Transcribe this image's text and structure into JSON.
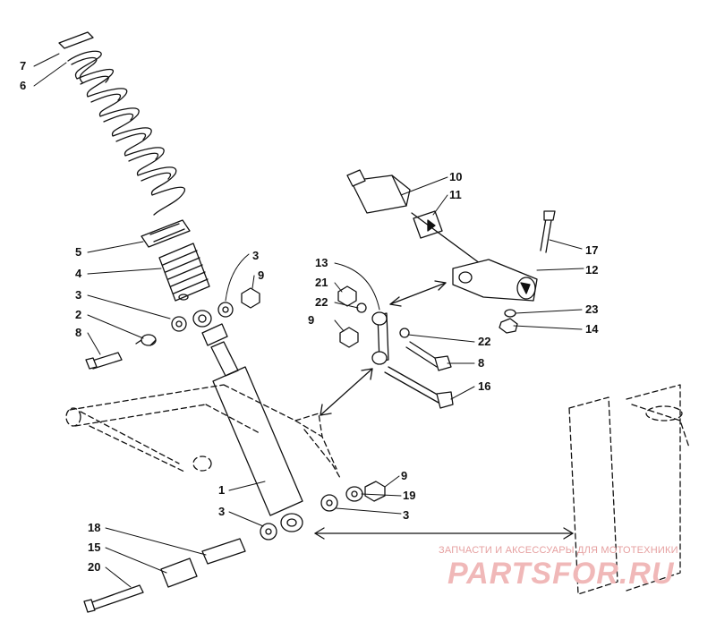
{
  "callouts": {
    "c1": "1",
    "c2": "2",
    "c3a": "3",
    "c3b": "3",
    "c3c": "3",
    "c3d": "3",
    "c4": "4",
    "c5": "5",
    "c6": "6",
    "c7": "7",
    "c8a": "8",
    "c8b": "8",
    "c9a": "9",
    "c9b": "9",
    "c9c": "9",
    "c10": "10",
    "c11": "11",
    "c12": "12",
    "c13": "13",
    "c14": "14",
    "c15": "15",
    "c16": "16",
    "c17": "17",
    "c18": "18",
    "c19": "19",
    "c20": "20",
    "c21": "21",
    "c22a": "22",
    "c22b": "22",
    "c23": "23"
  },
  "watermark": {
    "tagline": "ЗАПЧАСТИ И АКСЕССУАРЫ ДЛЯ МОТОТЕХНИКИ",
    "logo": "PARTSFOR.RU"
  }
}
